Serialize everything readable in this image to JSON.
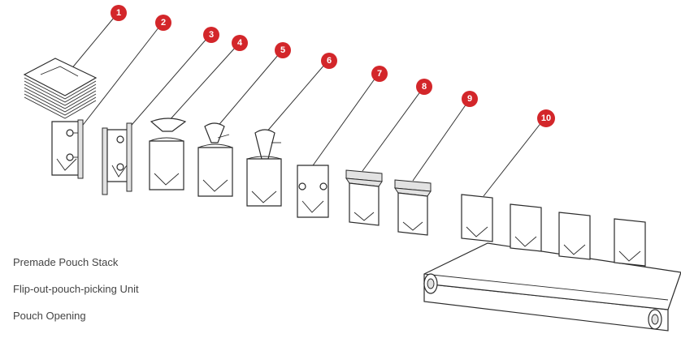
{
  "accent_color": "#d3262a",
  "callouts": [
    {
      "number": "1"
    },
    {
      "number": "2"
    },
    {
      "number": "3"
    },
    {
      "number": "4"
    },
    {
      "number": "5"
    },
    {
      "number": "6"
    },
    {
      "number": "7"
    },
    {
      "number": "8"
    },
    {
      "number": "9"
    },
    {
      "number": "10"
    }
  ],
  "legend": {
    "items": [
      {
        "label": "Premade Pouch Stack"
      },
      {
        "label": "Flip-out-pouch-picking Unit"
      },
      {
        "label": "Pouch Opening"
      }
    ]
  }
}
